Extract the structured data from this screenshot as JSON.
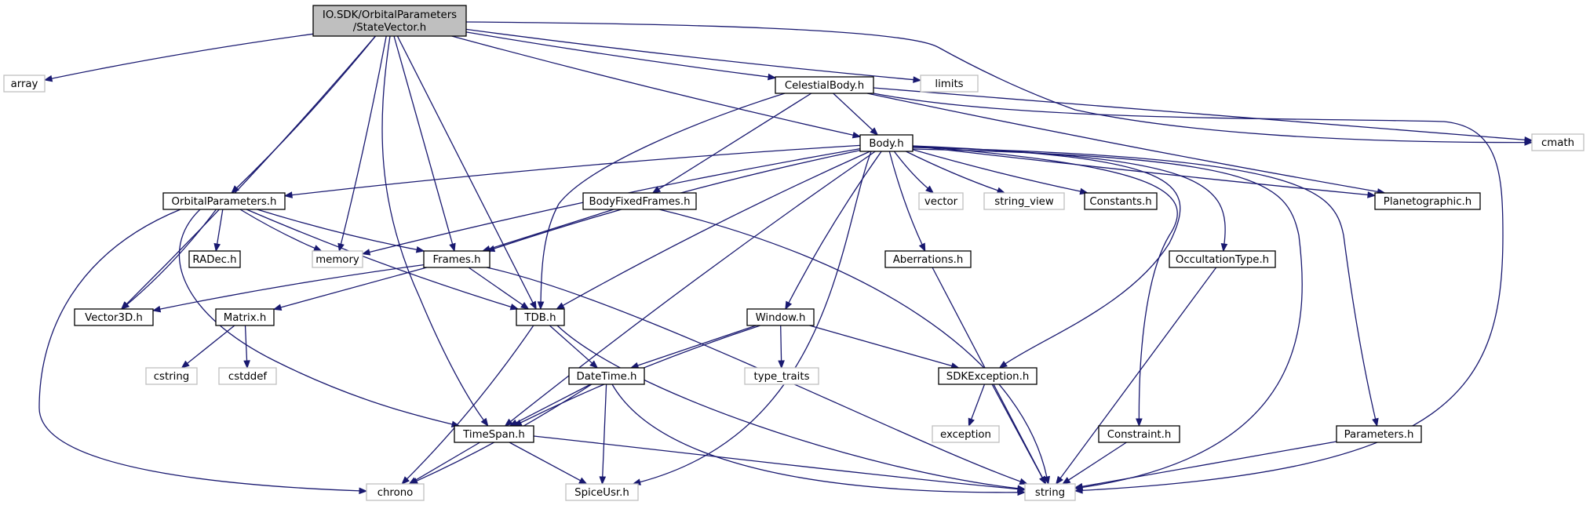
{
  "colors": {
    "edge": "#191970",
    "node_border": "#000000",
    "system_border": "#bfbfbf",
    "root_fill": "#bfbfbf",
    "background": "#ffffff"
  },
  "nodes": [
    {
      "id": "state_vector",
      "kind": "root",
      "lines": [
        "IO.SDK/OrbitalParameters",
        "/StateVector.h"
      ]
    },
    {
      "id": "array",
      "kind": "system",
      "lines": [
        "array"
      ]
    },
    {
      "id": "limits",
      "kind": "system",
      "lines": [
        "limits"
      ]
    },
    {
      "id": "celestial_body",
      "kind": "user",
      "lines": [
        "CelestialBody.h"
      ]
    },
    {
      "id": "cmath",
      "kind": "system",
      "lines": [
        "cmath"
      ]
    },
    {
      "id": "body",
      "kind": "user",
      "lines": [
        "Body.h"
      ]
    },
    {
      "id": "orbital_parameters",
      "kind": "user",
      "lines": [
        "OrbitalParameters.h"
      ]
    },
    {
      "id": "body_fixed_frames",
      "kind": "user",
      "lines": [
        "BodyFixedFrames.h"
      ]
    },
    {
      "id": "vector",
      "kind": "system",
      "lines": [
        "vector"
      ]
    },
    {
      "id": "string_view",
      "kind": "system",
      "lines": [
        "string_view"
      ]
    },
    {
      "id": "constants",
      "kind": "user",
      "lines": [
        "Constants.h"
      ]
    },
    {
      "id": "planetographic",
      "kind": "user",
      "lines": [
        "Planetographic.h"
      ]
    },
    {
      "id": "radec",
      "kind": "user",
      "lines": [
        "RADec.h"
      ]
    },
    {
      "id": "memory",
      "kind": "system",
      "lines": [
        "memory"
      ]
    },
    {
      "id": "frames",
      "kind": "user",
      "lines": [
        "Frames.h"
      ]
    },
    {
      "id": "aberrations",
      "kind": "user",
      "lines": [
        "Aberrations.h"
      ]
    },
    {
      "id": "occultation_type",
      "kind": "user",
      "lines": [
        "OccultationType.h"
      ]
    },
    {
      "id": "vector3d",
      "kind": "user",
      "lines": [
        "Vector3D.h"
      ]
    },
    {
      "id": "matrix",
      "kind": "user",
      "lines": [
        "Matrix.h"
      ]
    },
    {
      "id": "tdb",
      "kind": "user",
      "lines": [
        "TDB.h"
      ]
    },
    {
      "id": "window",
      "kind": "user",
      "lines": [
        "Window.h"
      ]
    },
    {
      "id": "cstring",
      "kind": "system",
      "lines": [
        "cstring"
      ]
    },
    {
      "id": "cstddef",
      "kind": "system",
      "lines": [
        "cstddef"
      ]
    },
    {
      "id": "datetime",
      "kind": "user",
      "lines": [
        "DateTime.h"
      ]
    },
    {
      "id": "type_traits",
      "kind": "system",
      "lines": [
        "type_traits"
      ]
    },
    {
      "id": "sdk_exception",
      "kind": "user",
      "lines": [
        "SDKException.h"
      ]
    },
    {
      "id": "timespan",
      "kind": "user",
      "lines": [
        "TimeSpan.h"
      ]
    },
    {
      "id": "exception",
      "kind": "system",
      "lines": [
        "exception"
      ]
    },
    {
      "id": "constraint",
      "kind": "user",
      "lines": [
        "Constraint.h"
      ]
    },
    {
      "id": "parameters",
      "kind": "user",
      "lines": [
        "Parameters.h"
      ]
    },
    {
      "id": "chrono",
      "kind": "system",
      "lines": [
        "chrono"
      ]
    },
    {
      "id": "spice_usr",
      "kind": "system",
      "lines": [
        "SpiceUsr.h"
      ]
    },
    {
      "id": "string",
      "kind": "system",
      "lines": [
        "string"
      ]
    }
  ],
  "edges": [
    {
      "from": "state_vector",
      "to": "array"
    },
    {
      "from": "state_vector",
      "to": "vector3d"
    },
    {
      "from": "state_vector",
      "to": "orbital_parameters"
    },
    {
      "from": "state_vector",
      "to": "memory"
    },
    {
      "from": "state_vector",
      "to": "frames"
    },
    {
      "from": "state_vector",
      "to": "timespan"
    },
    {
      "from": "state_vector",
      "to": "tdb"
    },
    {
      "from": "state_vector",
      "to": "body"
    },
    {
      "from": "state_vector",
      "to": "celestial_body"
    },
    {
      "from": "state_vector",
      "to": "limits"
    },
    {
      "from": "state_vector",
      "to": "cmath"
    },
    {
      "from": "celestial_body",
      "to": "body"
    },
    {
      "from": "celestial_body",
      "to": "tdb"
    },
    {
      "from": "celestial_body",
      "to": "body_fixed_frames"
    },
    {
      "from": "celestial_body",
      "to": "planetographic"
    },
    {
      "from": "celestial_body",
      "to": "cmath"
    },
    {
      "from": "celestial_body",
      "to": "string"
    },
    {
      "from": "body",
      "to": "orbital_parameters"
    },
    {
      "from": "body",
      "to": "memory"
    },
    {
      "from": "body",
      "to": "frames"
    },
    {
      "from": "body",
      "to": "tdb"
    },
    {
      "from": "body",
      "to": "timespan"
    },
    {
      "from": "body",
      "to": "spice_usr"
    },
    {
      "from": "body",
      "to": "window"
    },
    {
      "from": "body",
      "to": "aberrations"
    },
    {
      "from": "body",
      "to": "vector"
    },
    {
      "from": "body",
      "to": "string_view"
    },
    {
      "from": "body",
      "to": "constants"
    },
    {
      "from": "body",
      "to": "sdk_exception"
    },
    {
      "from": "body",
      "to": "constraint"
    },
    {
      "from": "body",
      "to": "occultation_type"
    },
    {
      "from": "body",
      "to": "planetographic"
    },
    {
      "from": "body",
      "to": "parameters"
    },
    {
      "from": "body",
      "to": "string"
    },
    {
      "from": "orbital_parameters",
      "to": "vector3d"
    },
    {
      "from": "orbital_parameters",
      "to": "radec"
    },
    {
      "from": "orbital_parameters",
      "to": "memory"
    },
    {
      "from": "orbital_parameters",
      "to": "frames"
    },
    {
      "from": "orbital_parameters",
      "to": "tdb"
    },
    {
      "from": "orbital_parameters",
      "to": "timespan"
    },
    {
      "from": "orbital_parameters",
      "to": "chrono"
    },
    {
      "from": "body_fixed_frames",
      "to": "frames"
    },
    {
      "from": "body_fixed_frames",
      "to": "string"
    },
    {
      "from": "frames",
      "to": "vector3d"
    },
    {
      "from": "frames",
      "to": "matrix"
    },
    {
      "from": "frames",
      "to": "tdb"
    },
    {
      "from": "frames",
      "to": "string"
    },
    {
      "from": "matrix",
      "to": "cstring"
    },
    {
      "from": "matrix",
      "to": "cstddef"
    },
    {
      "from": "tdb",
      "to": "datetime"
    },
    {
      "from": "tdb",
      "to": "chrono"
    },
    {
      "from": "tdb",
      "to": "string"
    },
    {
      "from": "window",
      "to": "datetime"
    },
    {
      "from": "window",
      "to": "timespan"
    },
    {
      "from": "window",
      "to": "type_traits"
    },
    {
      "from": "window",
      "to": "sdk_exception"
    },
    {
      "from": "datetime",
      "to": "timespan"
    },
    {
      "from": "datetime",
      "to": "chrono"
    },
    {
      "from": "datetime",
      "to": "spice_usr"
    },
    {
      "from": "datetime",
      "to": "string"
    },
    {
      "from": "timespan",
      "to": "chrono"
    },
    {
      "from": "timespan",
      "to": "spice_usr"
    },
    {
      "from": "timespan",
      "to": "string"
    },
    {
      "from": "sdk_exception",
      "to": "exception"
    },
    {
      "from": "sdk_exception",
      "to": "string"
    },
    {
      "from": "aberrations",
      "to": "string"
    },
    {
      "from": "occultation_type",
      "to": "string"
    },
    {
      "from": "constraint",
      "to": "string"
    },
    {
      "from": "parameters",
      "to": "string"
    }
  ]
}
